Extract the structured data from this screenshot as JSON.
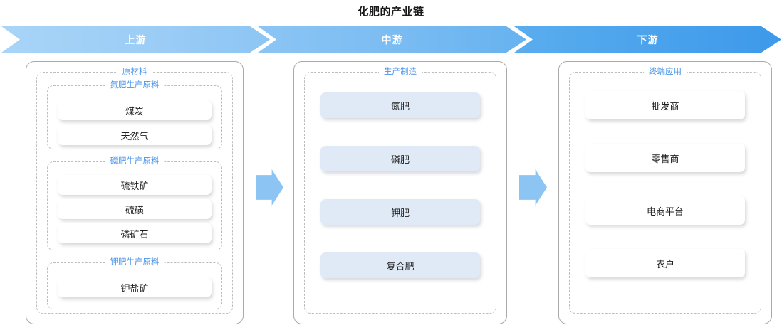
{
  "title": "化肥的产业链",
  "banners": [
    {
      "name": "upstream",
      "label": "上游",
      "color": "#9ccdf6"
    },
    {
      "name": "midstream",
      "label": "中游",
      "color": "#79bbf2"
    },
    {
      "name": "downstream",
      "label": "下游",
      "color": "#4aa2ec"
    }
  ],
  "arrows": [
    {
      "name": "flow-arrow-1",
      "direction": "right",
      "color": "#8cc5f4"
    },
    {
      "name": "flow-arrow-2",
      "direction": "right",
      "color": "#8cc5f4"
    }
  ],
  "colors": {
    "group_label": "#4a94e8",
    "card_border": "#a9a9a9",
    "group_border": "#bdbdbd",
    "item_white": "#ffffff",
    "item_blue": "#dfeaf6",
    "title": "#1a1a1a"
  },
  "chart_data": {
    "type": "diagram",
    "title": "化肥的产业链",
    "layout": "three-stage value chain, left to right",
    "stages": [
      {
        "banner": "上游",
        "group": "原材料",
        "subgroups": [
          {
            "label": "氮肥生产原料",
            "items": [
              "煤炭",
              "天然气"
            ]
          },
          {
            "label": "磷肥生产原料",
            "items": [
              "硫铁矿",
              "硫磺",
              "磷矿石"
            ]
          },
          {
            "label": "钾肥生产原料",
            "items": [
              "钾盐矿"
            ]
          }
        ]
      },
      {
        "banner": "中游",
        "group": "生产制造",
        "items": [
          "氮肥",
          "磷肥",
          "钾肥",
          "复合肥"
        ]
      },
      {
        "banner": "下游",
        "group": "终端应用",
        "items": [
          "批发商",
          "零售商",
          "电商平台",
          "农户"
        ]
      }
    ]
  }
}
